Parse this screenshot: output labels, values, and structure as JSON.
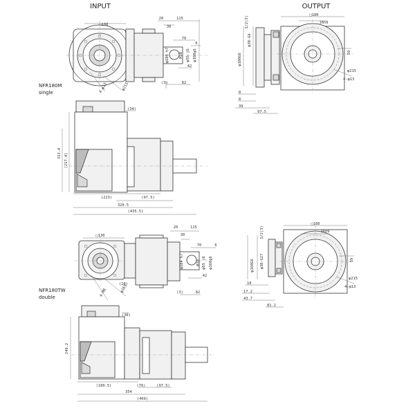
{
  "headings": {
    "input": "INPUT",
    "output": "OUTPUT"
  },
  "models": {
    "single": {
      "code": "NFR180M",
      "type": "single"
    },
    "double": {
      "code": "NFR180TW",
      "type": "double"
    }
  },
  "single": {
    "input_front": [
      "□180",
      "20",
      "115",
      "30",
      "70",
      "6",
      "φ180 h7",
      "M10",
      "φ55 j6",
      "φ160g6",
      "42",
      "82",
      "(3)",
      "φ215",
      "4-φ13"
    ],
    "output_front": [
      "□180",
      "16h9",
      "1/2(3)",
      "φ180G6",
      "φ38-G6",
      "59",
      "φ215",
      "4-φ13",
      "8",
      "8",
      "39",
      "97.5"
    ],
    "side": [
      "(34)",
      "313.4",
      "(217.4)",
      "(223)",
      "(97.5)",
      "320.5",
      "(435.5)"
    ]
  },
  "double": {
    "input_front": [
      "□130",
      "20",
      "115",
      "30",
      "70",
      "6",
      "φ184 h7",
      "M10",
      "φ55 j6",
      "φ160g6",
      "42",
      "82",
      "(3)",
      "φ165",
      "4-M8",
      "(28)"
    ],
    "output_front": [
      "□180",
      "16h9",
      "1/2(3)",
      "φ160G6",
      "φ38-G27",
      "59",
      "φ215",
      "4-φ13",
      "10",
      "17.2",
      "43.7",
      "81.2"
    ],
    "side": [
      "(38)",
      "249.2",
      "(180.5)",
      "(76)",
      "(97.5)",
      "354",
      "(469)"
    ]
  }
}
